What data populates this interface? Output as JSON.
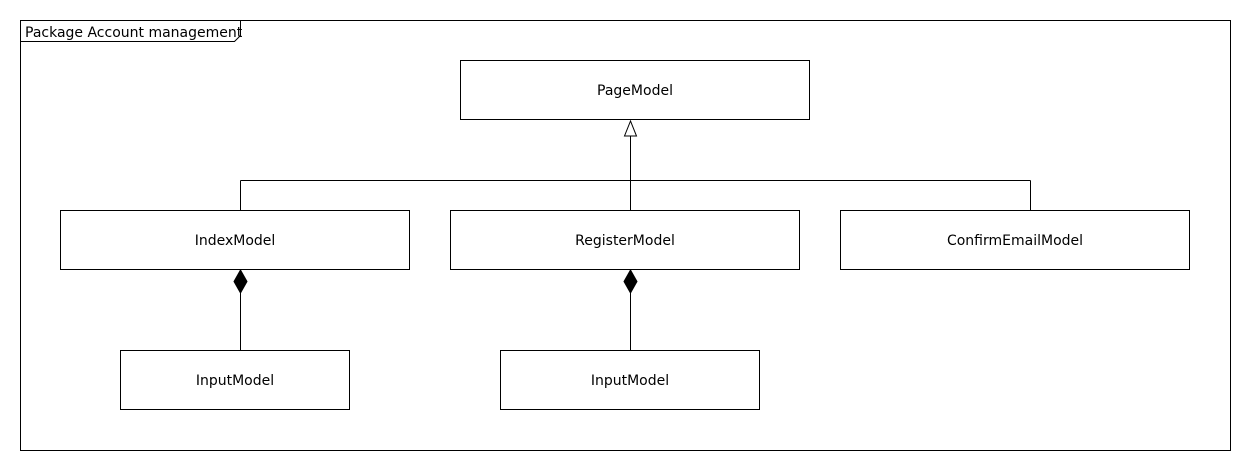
{
  "package": {
    "label": "Package Account management"
  },
  "classes": {
    "page_model": "PageModel",
    "index_model": "IndexModel",
    "register_model": "RegisterModel",
    "confirm_email_model": "ConfirmEmailModel",
    "index_input_model": "InputModel",
    "register_input_model": "InputModel"
  },
  "relationships": [
    {
      "type": "generalization",
      "from": "IndexModel",
      "to": "PageModel"
    },
    {
      "type": "generalization",
      "from": "RegisterModel",
      "to": "PageModel"
    },
    {
      "type": "generalization",
      "from": "ConfirmEmailModel",
      "to": "PageModel"
    },
    {
      "type": "composition",
      "whole": "IndexModel",
      "part": "InputModel"
    },
    {
      "type": "composition",
      "whole": "RegisterModel",
      "part": "InputModel"
    }
  ],
  "colors": {
    "stroke": "#000000",
    "fill": "#ffffff"
  }
}
